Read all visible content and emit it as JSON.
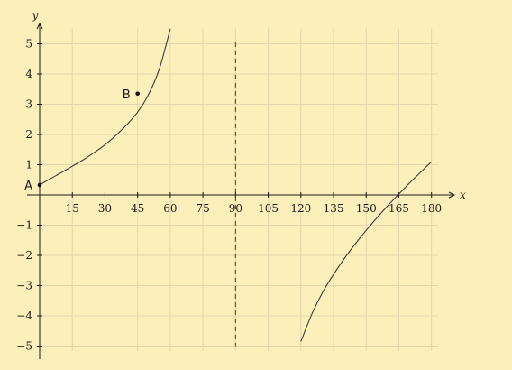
{
  "chart_data": {
    "type": "line",
    "title": "",
    "xlabel": "x",
    "ylabel": "y",
    "xlim": [
      -1,
      185
    ],
    "ylim": [
      -5.3,
      5.6
    ],
    "x_ticks": [
      15,
      30,
      45,
      60,
      75,
      90,
      105,
      120,
      135,
      150,
      165,
      180
    ],
    "y_ticks": [
      -5,
      -4,
      -3,
      -2,
      -1,
      1,
      2,
      3,
      4,
      5
    ],
    "x_tick_labels": [
      "15",
      "30",
      "45",
      "60",
      "75",
      "90",
      "105",
      "120",
      "135",
      "150",
      "165",
      "180"
    ],
    "y_tick_labels": [
      "−5",
      "−4",
      "−3",
      "−2",
      "−1",
      "1",
      "2",
      "3",
      "4",
      "5"
    ],
    "grid": true,
    "asymptote_x": 90,
    "series": [
      {
        "x": [
          0,
          5,
          10,
          15,
          20,
          25,
          30,
          35,
          40,
          45,
          50,
          55,
          60
        ],
        "y": [
          0.33,
          0.54,
          0.74,
          0.95,
          1.16,
          1.4,
          1.66,
          1.97,
          2.32,
          2.74,
          3.32,
          4.17,
          5.5
        ]
      },
      {
        "x": [
          120,
          125,
          130,
          135,
          140,
          145,
          150,
          155,
          160,
          165,
          170,
          175,
          180
        ],
        "y": [
          -4.85,
          -3.95,
          -3.22,
          -2.63,
          -2.1,
          -1.62,
          -1.17,
          -0.75,
          -0.35,
          0.03,
          0.4,
          0.75,
          1.1
        ]
      }
    ],
    "points": [
      {
        "label": "A",
        "x": 0,
        "y": 0.33
      },
      {
        "label": "B",
        "x": 45,
        "y": 3.35
      }
    ]
  }
}
